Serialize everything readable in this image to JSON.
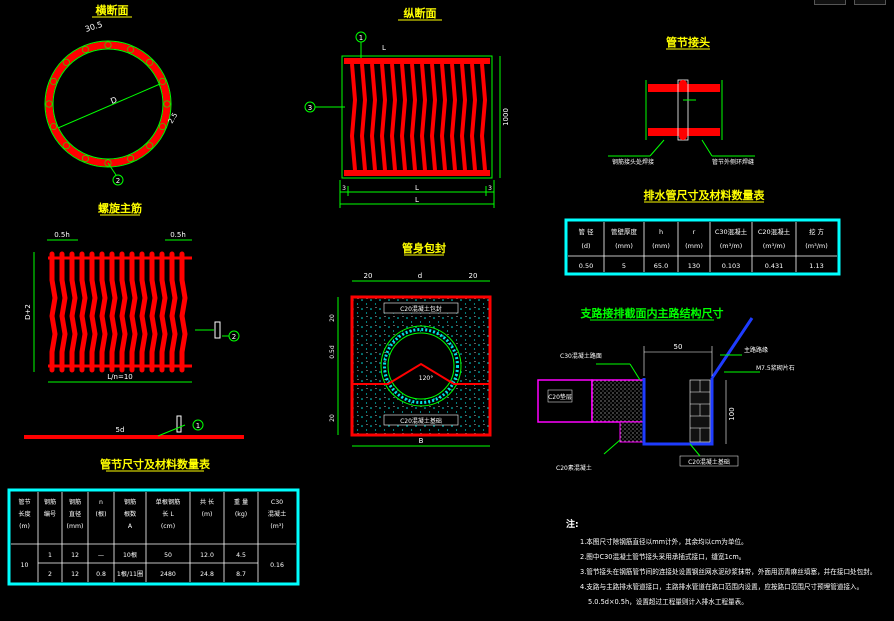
{
  "views": {
    "cross_section": {
      "title": "横断面",
      "dim_top": "30.5",
      "dim_diameter": "D",
      "dim_side": "2.5",
      "callout": "2"
    },
    "longitudinal": {
      "title": "纵断面",
      "callout_top": "1",
      "callout_left": "3",
      "dim_top": "L",
      "dim_right": "1000",
      "dim_bottom_parts": [
        "3",
        "L",
        "3"
      ],
      "dim_bottom_total": "L"
    },
    "spiral_rib": {
      "title": "螺旋主筋",
      "dim_left_top": "0.5h",
      "dim_right_top": "0.5h",
      "dim_height": "D+2",
      "dim_bottom": "L/n=10",
      "callout": "2"
    },
    "flat_bar": {
      "label": "5d",
      "callout": "1"
    },
    "joint": {
      "title": "管节接头",
      "label_left": "钢筋接头处焊接",
      "label_right": "管节外侧环焊缝"
    },
    "encasement": {
      "title": "管身包封",
      "dims_top": [
        "20",
        "d",
        "20"
      ],
      "dims_left": [
        "20",
        "0.5d",
        "20"
      ],
      "label_top": "C20混凝土包封",
      "label_bottom": "C20混凝土基础",
      "angle": "120°",
      "dim_bottom": "B"
    },
    "road_section": {
      "title": "支路接排截面内主路结构尺寸",
      "label_pavement": "C30混凝土路面",
      "label_curb": "主路路缘",
      "label_base": "C20素混凝土",
      "label_foundation": "C20混凝土基础",
      "label_slope": "M7.5浆砌片石",
      "label_left": "C20垫层",
      "dim_top": "50",
      "dim_right": "100"
    }
  },
  "spec_table": {
    "title": "排水管尺寸及材料数量表",
    "headers": [
      [
        "管  径",
        "(d)"
      ],
      [
        "管壁厚度",
        "(mm)"
      ],
      [
        "h",
        "(mm)"
      ],
      [
        "r",
        "(mm)"
      ],
      [
        "C30混凝土",
        "(m³/m)"
      ],
      [
        "C20混凝土",
        "(m³/m)"
      ],
      [
        "挖  方",
        "(m³/m)"
      ]
    ],
    "rows": [
      [
        "0.50",
        "5",
        "65.0",
        "130",
        "0.103",
        "0.431",
        "1.13"
      ]
    ]
  },
  "material_table": {
    "title": "管节尺寸及材料数量表",
    "headers": [
      [
        "管节",
        "长度",
        "(m)"
      ],
      [
        "钢筋",
        "编号"
      ],
      [
        "钢筋",
        "直径",
        "(mm)"
      ],
      [
        "n",
        "(根)"
      ],
      [
        "钢筋",
        "根数",
        "A"
      ],
      [
        "单根钢筋",
        "长 L",
        "(cm)"
      ],
      [
        "共 长",
        "(m)"
      ],
      [
        "重 量",
        "(kg)"
      ],
      [
        "C30",
        "混凝土",
        "(m³)"
      ]
    ],
    "rows": [
      [
        "",
        "1",
        "12",
        "—",
        "10根",
        "50",
        "12.0",
        "4.5",
        ""
      ],
      [
        "",
        "2",
        "12",
        "0.8",
        "1根/11圈",
        "2480",
        "24.8",
        "8.7",
        ""
      ]
    ],
    "merged_length": "10",
    "merged_concrete": "0.16"
  },
  "notes": {
    "heading": "注:",
    "items": [
      "1.本图尺寸除钢筋直径以mm计外，其余均以cm为单位。",
      "2.图中C30混凝土管节接头采用承插式接口，缝宽1cm。",
      "3.管节接头在钢筋管节间的连接处设置钢丝网水泥砂浆抹带，外面用沥青麻丝填塞，并在接口处包封。",
      "4.支路与主路排水管道接口，主路排水管道在路口范围内设置，应按路口范围尺寸预埋管道接入。",
      "5.0.5d×0.5h，设置超过工程量则计入排水工程量表。"
    ]
  },
  "colors": {
    "background": "#000000",
    "red": "#ff0000",
    "green": "#00ff00",
    "white": "#ffffff",
    "yellow": "#ffff00",
    "cyan": "#00ffff",
    "blue": "#1e3cff",
    "magenta": "#ff00ff"
  }
}
